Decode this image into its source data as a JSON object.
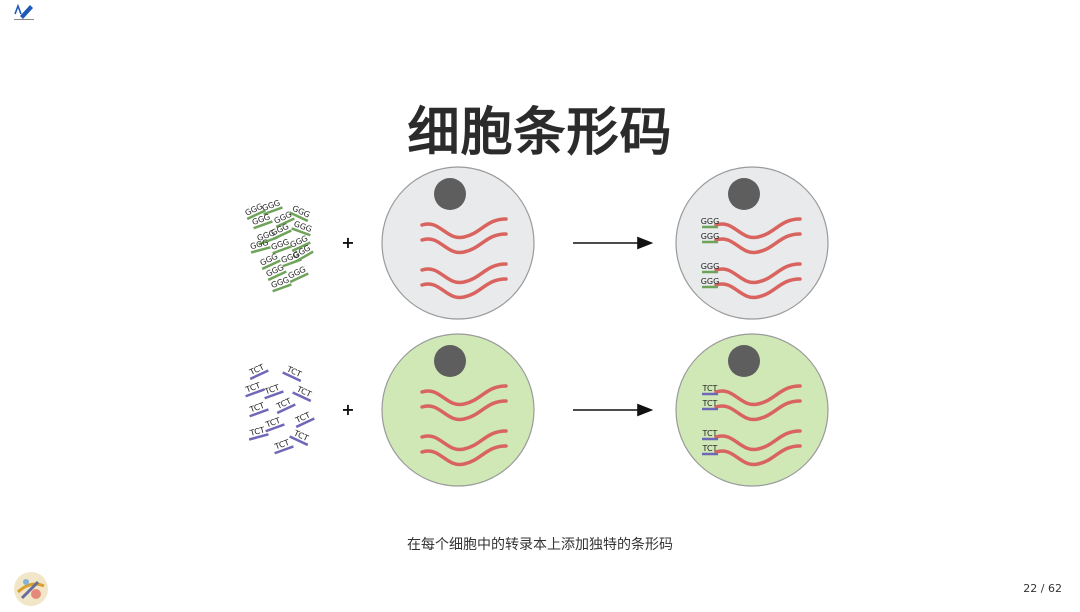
{
  "slide": {
    "title": "细胞条形码",
    "caption": "在每个细胞中的转录本上添加独特的条形码",
    "page_number": "22 / 62"
  },
  "diagram": {
    "barcode_rows": [
      {
        "barcode": "GGG",
        "cell_fill": "#e8eaeb",
        "barcode_underline": "#6fa35a"
      },
      {
        "barcode": "TCT",
        "cell_fill": "#cfe8b6",
        "barcode_underline": "#6f68b8"
      }
    ],
    "plus_sign": "+",
    "transcript_color": "#d9645f",
    "nucleus_color": "#5e5e5e",
    "arrow_color": "#111111"
  },
  "icons": {
    "top_left": "pencil-logo-icon",
    "bottom_left": "circular-logo-icon"
  }
}
